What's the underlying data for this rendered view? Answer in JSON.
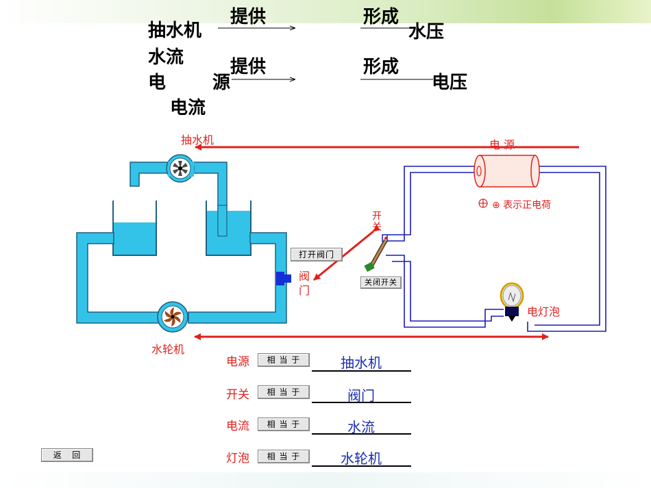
{
  "top_text": {
    "pump": "抽水机",
    "provide1": "提供",
    "form1": "形成",
    "water_pressure": "水压",
    "water_flow": "水流",
    "provide2": "提供",
    "form2": "形成",
    "power_dian": "电",
    "power_yuan": "源",
    "voltage": "电压",
    "current": "电流"
  },
  "diagram": {
    "pump_label": "抽水机",
    "power_label": "电 源",
    "switch_label_1": "开",
    "switch_label_2": "关",
    "valve_label_1": "阀",
    "valve_label_2": "门",
    "turbine_label": "水轮机",
    "bulb_label": "电灯泡",
    "positive_legend": "⊕ 表示正电荷",
    "open_valve_button": "打开阀门",
    "close_switch_button": "关闭开关"
  },
  "colors": {
    "water": "#33c3e8",
    "circuit": "#1a1ab8",
    "arrow": "#e0201c",
    "answer": "#1a2fb0"
  },
  "mapping_rows": [
    {
      "term": "电源",
      "button": "相 当 于",
      "answer": "抽水机"
    },
    {
      "term": "开关",
      "button": "相 当 于",
      "answer": "阀门"
    },
    {
      "term": "电流",
      "button": "相 当 于",
      "answer": "水流"
    },
    {
      "term": "灯泡",
      "button": "相 当 于",
      "answer": "水轮机"
    }
  ],
  "back_button": "返   回"
}
